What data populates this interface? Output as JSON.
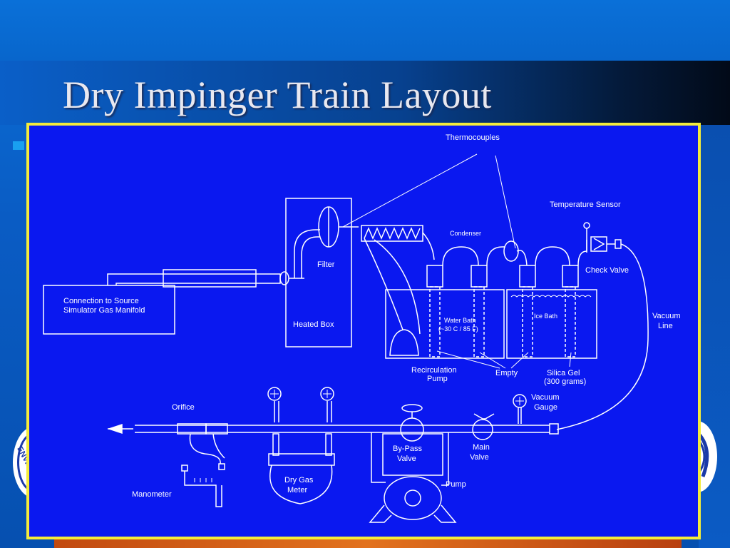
{
  "slide": {
    "title": "Dry Impinger Train Layout",
    "logo_text": "ENVIRONM"
  },
  "diagram": {
    "labels": {
      "thermocouples": "Thermocouples",
      "temperature_sensor": "Temperature Sensor",
      "condenser": "Condenser",
      "filter": "Filter",
      "check_valve": "Check Valve",
      "connection_line1": "Connection to Source",
      "connection_line2": "Simulator Gas Manifold",
      "heated_box": "Heated Box",
      "water_bath_line1": "Water Bath",
      "water_bath_line2": "(~30 C / 85 F)",
      "ice_bath": "Ice Bath",
      "vacuum_line1": "Vacuum",
      "vacuum_line2": "Line",
      "recirc_line1": "Recirculation",
      "recirc_line2": "Pump",
      "empty": "Empty",
      "silica_line1": "Silica Gel",
      "silica_line2": "(300 grams)",
      "orifice": "Orifice",
      "vacuum_gauge_line1": "Vacuum",
      "vacuum_gauge_line2": "Gauge",
      "bypass_line1": "By-Pass",
      "bypass_line2": "Valve",
      "main_line1": "Main",
      "main_line2": "Valve",
      "dry_gas_line1": "Dry Gas",
      "dry_gas_line2": "Meter",
      "pump": "Pump",
      "manometer": "Manometer"
    }
  }
}
